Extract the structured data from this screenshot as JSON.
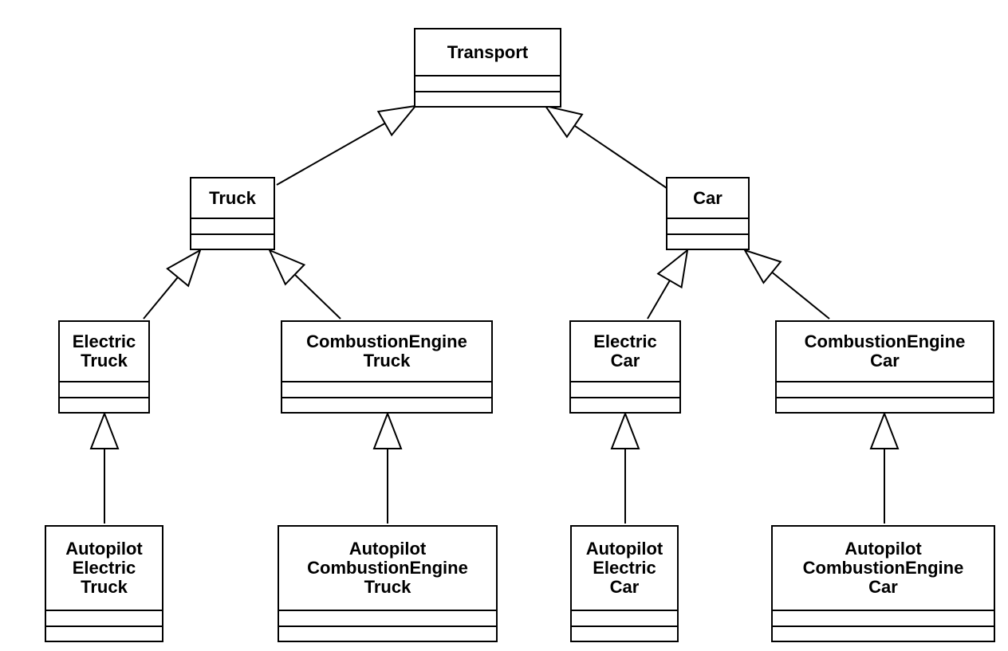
{
  "classes": {
    "transport": [
      "Transport"
    ],
    "truck": [
      "Truck"
    ],
    "car": [
      "Car"
    ],
    "electric_truck": [
      "Electric",
      "Truck"
    ],
    "combustion_truck": [
      "CombustionEngine",
      "Truck"
    ],
    "electric_car": [
      "Electric",
      "Car"
    ],
    "combustion_car": [
      "CombustionEngine",
      "Car"
    ],
    "autopilot_electric_truck": [
      "Autopilot",
      "Electric",
      "Truck"
    ],
    "autopilot_combustion_truck": [
      "Autopilot",
      "CombustionEngine",
      "Truck"
    ],
    "autopilot_electric_car": [
      "Autopilot",
      "Electric",
      "Car"
    ],
    "autopilot_combustion_car": [
      "Autopilot",
      "CombustionEngine",
      "Car"
    ]
  },
  "relations": [
    {
      "type": "generalization",
      "child": "truck",
      "parent": "transport"
    },
    {
      "type": "generalization",
      "child": "car",
      "parent": "transport"
    },
    {
      "type": "generalization",
      "child": "electric_truck",
      "parent": "truck"
    },
    {
      "type": "generalization",
      "child": "combustion_truck",
      "parent": "truck"
    },
    {
      "type": "generalization",
      "child": "electric_car",
      "parent": "car"
    },
    {
      "type": "generalization",
      "child": "combustion_car",
      "parent": "car"
    },
    {
      "type": "generalization",
      "child": "autopilot_electric_truck",
      "parent": "electric_truck"
    },
    {
      "type": "generalization",
      "child": "autopilot_combustion_truck",
      "parent": "combustion_truck"
    },
    {
      "type": "generalization",
      "child": "autopilot_electric_car",
      "parent": "electric_car"
    },
    {
      "type": "generalization",
      "child": "autopilot_combustion_car",
      "parent": "combustion_car"
    }
  ],
  "colors": {
    "line": "#000000",
    "fill": "#ffffff"
  }
}
